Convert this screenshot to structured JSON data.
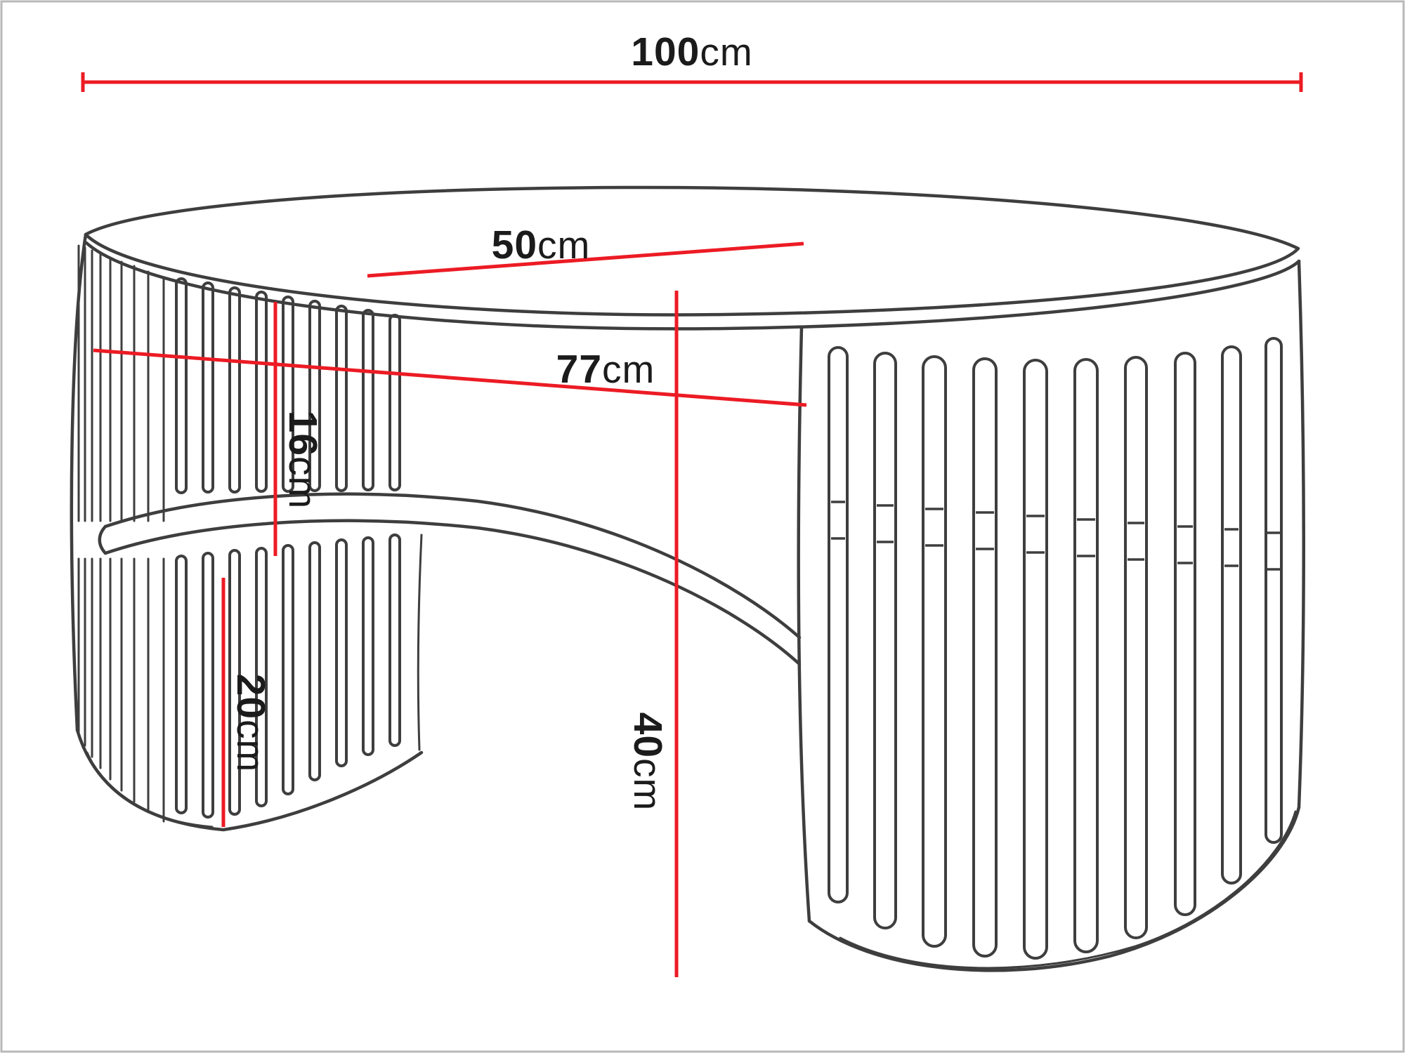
{
  "figure": {
    "border_color": "#b9b9b9",
    "line_color": "#3e3e3e",
    "dimension_color": "#ec1b24",
    "text_color": "#1b1b1b"
  },
  "labels": {
    "width": {
      "value": "100",
      "unit": "cm"
    },
    "depth": {
      "value": "50",
      "unit": "cm"
    },
    "inner_width": {
      "value": "77",
      "unit": "cm"
    },
    "clearance": {
      "value": "16",
      "unit": "cm"
    },
    "base_height": {
      "value": "20",
      "unit": "cm"
    },
    "height": {
      "value": "40",
      "unit": "cm"
    }
  }
}
